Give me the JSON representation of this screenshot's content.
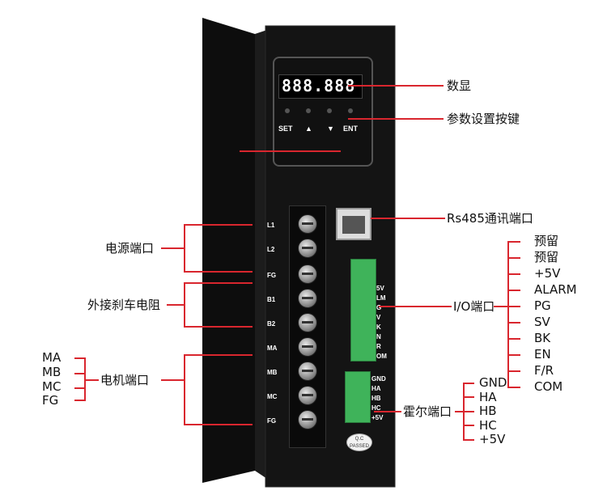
{
  "callouts": {
    "display": "数显",
    "param_keys": "参数设置按键",
    "rs485": "Rs485通讯端口",
    "power": "电源端口",
    "brake_resistor": "外接刹车电阻",
    "motor": "电机端口",
    "io": "I/O端口",
    "hall": "霍尔端口"
  },
  "io_pins": [
    "预留",
    "预留",
    "+5V",
    "ALARM",
    "PG",
    "SV",
    "BK",
    "EN",
    "F/R",
    "COM"
  ],
  "hall_pins": [
    "GND",
    "HA",
    "HB",
    "HC",
    "+5V"
  ],
  "motor_pins": [
    "MA",
    "MB",
    "MC",
    "FG"
  ],
  "device": {
    "display_value": "888.888",
    "keys": [
      "SET",
      "▲",
      "▼",
      "ENT"
    ],
    "terminals": [
      "L1",
      "L2",
      "FG",
      "B1",
      "B2",
      "MA",
      "MB",
      "MC",
      "FG"
    ],
    "io_header_partial": [
      "5V",
      "LM",
      "G",
      "V",
      "K",
      "N",
      "R",
      "OM"
    ],
    "hall_header_labels": [
      "GND",
      "HA",
      "HB",
      "HC",
      "+5V"
    ],
    "qc_stamp": "Q.C PASSED"
  },
  "colors": {
    "accent": "#d9262e",
    "body": "#111111",
    "connector": "#3fb35a"
  }
}
